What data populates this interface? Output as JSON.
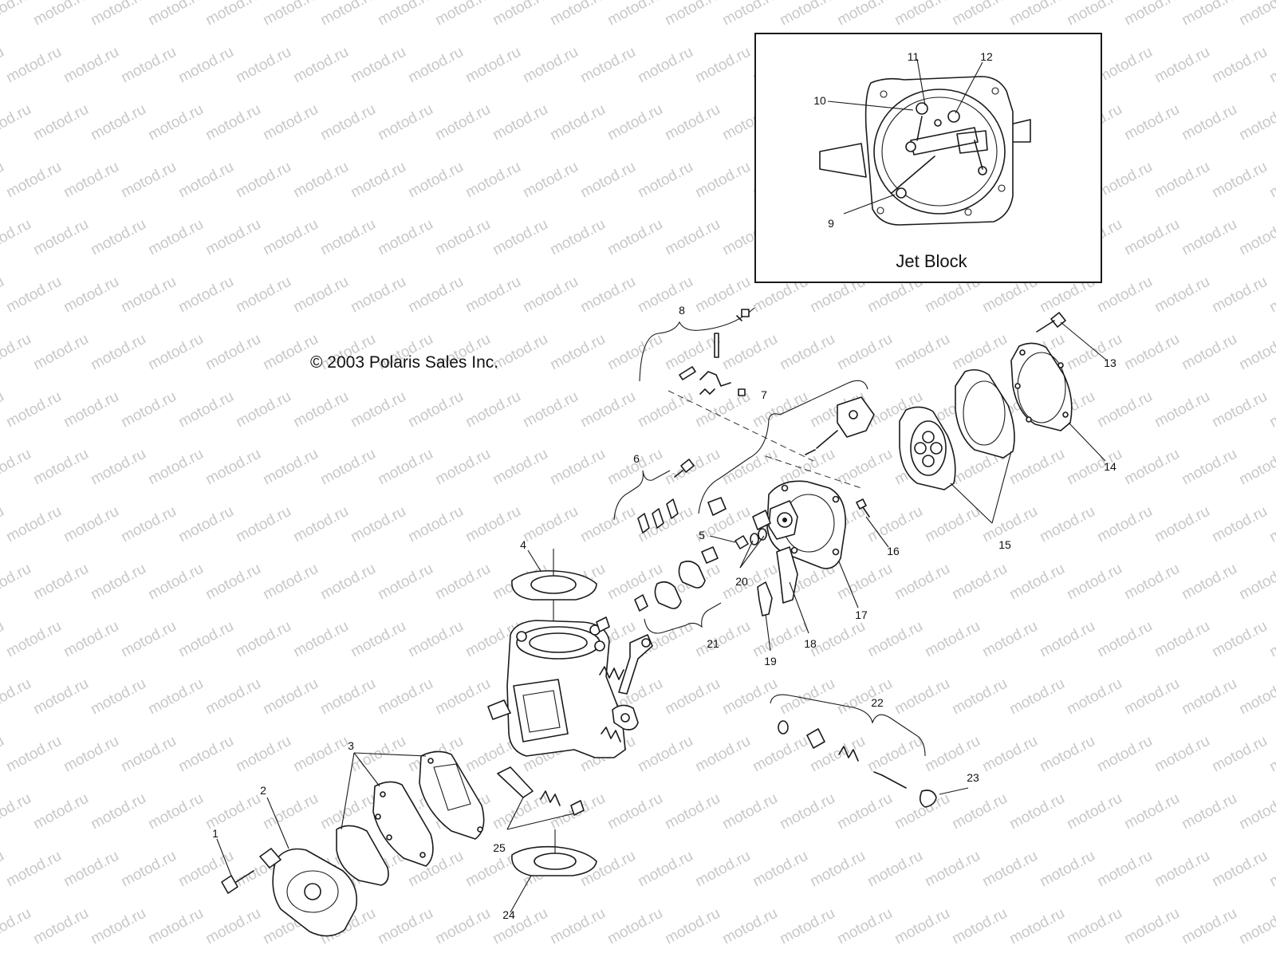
{
  "copyright": "© 2003 Polaris Sales Inc.",
  "inset": {
    "title": "Jet Block",
    "callouts": [
      "9",
      "10",
      "11",
      "12"
    ]
  },
  "watermark": "motod.ru",
  "callouts": [
    "1",
    "2",
    "3",
    "4",
    "5",
    "6",
    "7",
    "8",
    "13",
    "14",
    "15",
    "16",
    "17",
    "18",
    "19",
    "20",
    "21",
    "22",
    "23",
    "24",
    "25"
  ]
}
